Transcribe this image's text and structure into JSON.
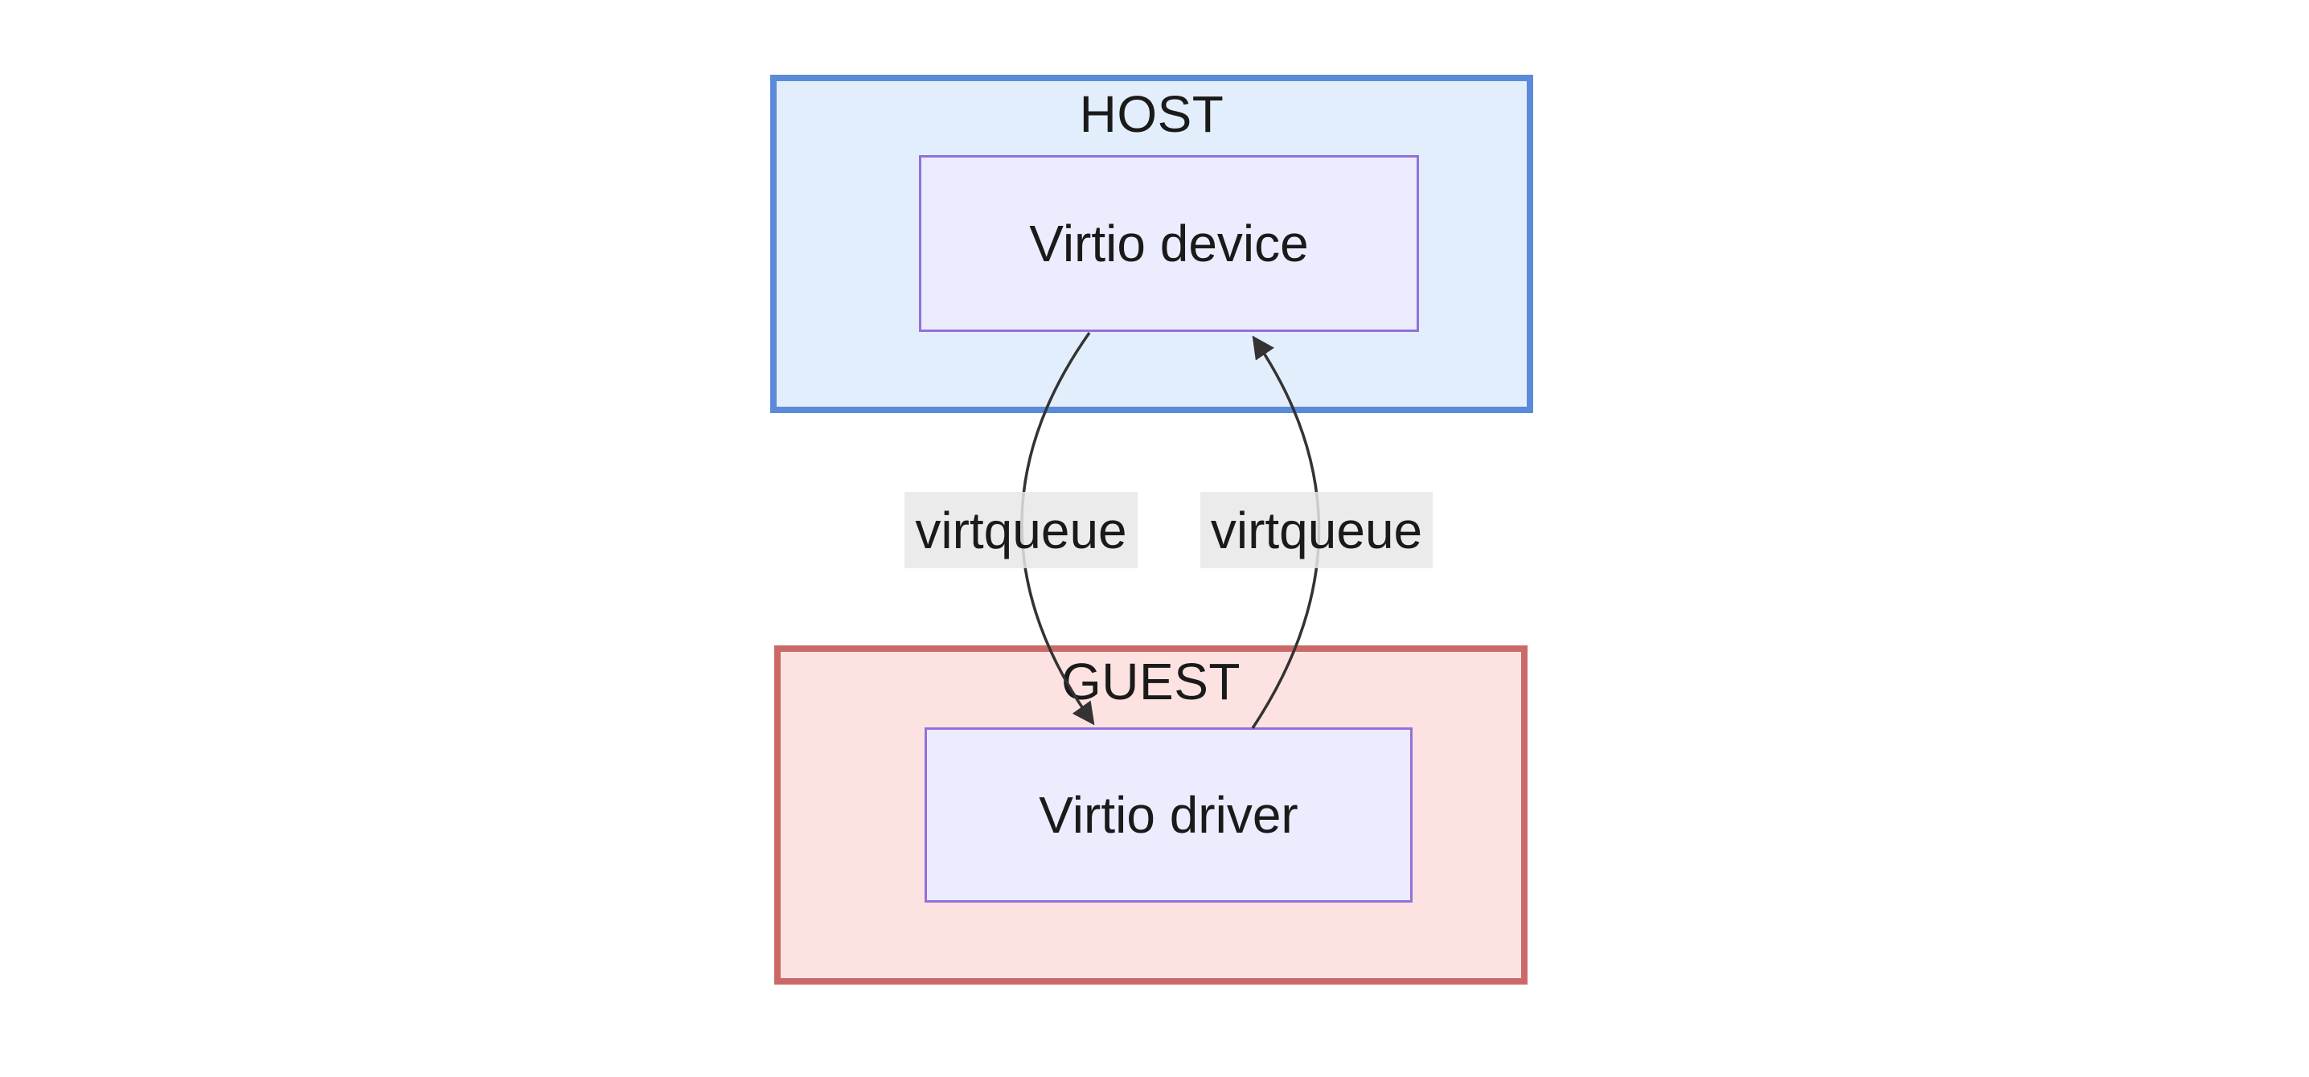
{
  "diagram": {
    "host": {
      "title": "HOST",
      "device": {
        "label": "Virtio device"
      }
    },
    "guest": {
      "title": "GUEST",
      "driver": {
        "label": "Virtio driver"
      }
    },
    "edges": {
      "device_to_driver": {
        "label": "virtqueue"
      },
      "driver_to_device": {
        "label": "virtqueue"
      }
    }
  },
  "colors": {
    "canvas_bg": "#ffffff",
    "host_border": "#5b8bd8",
    "host_fill": "#e3eefc",
    "guest_border": "#cb6969",
    "guest_fill": "#fde2e2",
    "node_border": "#9370db",
    "node_fill": "#ececff",
    "edge_label_bg": "#e8e8e8",
    "arrow": "#333333",
    "text": "#1a1a1a"
  }
}
